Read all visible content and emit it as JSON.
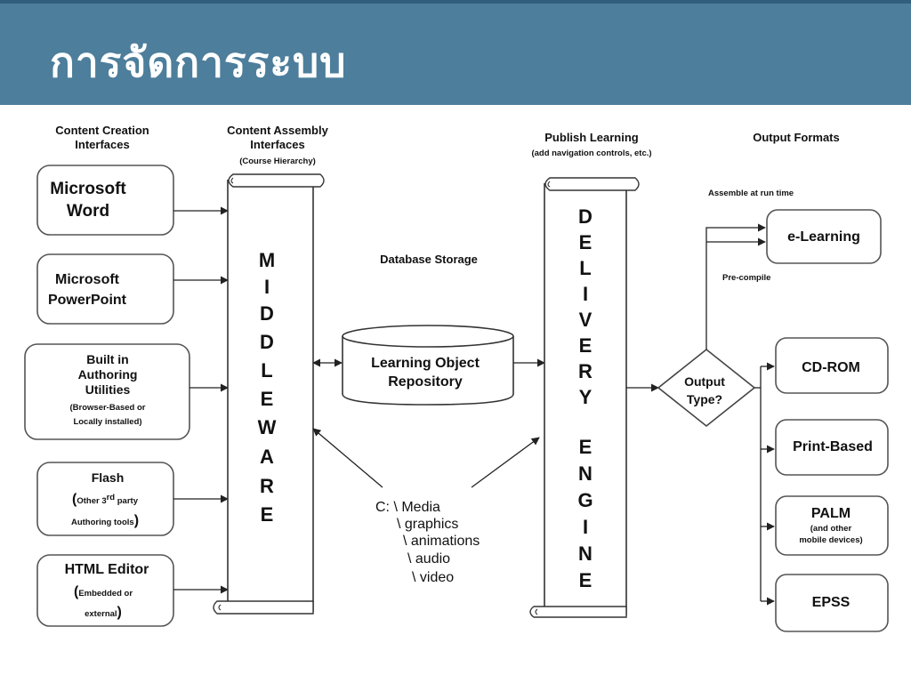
{
  "slide": {
    "title": "การจัดการระบบ",
    "accent_color": "#4d7e9b"
  },
  "diagram": {
    "headers": {
      "creation_1": "Content Creation",
      "creation_2": "Interfaces",
      "assembly_1": "Content Assembly",
      "assembly_2": "Interfaces",
      "assembly_3": "(Course Hierarchy)",
      "publish_1": "Publish Learning",
      "publish_2": "(add navigation controls, etc.)",
      "output": "Output Formats"
    },
    "creation_boxes": {
      "word_1": "Microsoft",
      "word_2": "Word",
      "ppt_1": "Microsoft",
      "ppt_2": "PowerPoint",
      "authoring_1": "Built in",
      "authoring_2": "Authoring",
      "authoring_3": "Utilities",
      "authoring_4": "(Browser-Based or",
      "authoring_5": "Locally installed)",
      "flash_1": "Flash",
      "flash_2a": "(",
      "flash_2b": "Other 3",
      "flash_2sup": "rd",
      "flash_2c": " party",
      "flash_3a": "Authoring tools",
      "flash_3b": ")",
      "html_1": "HTML Editor",
      "html_2a": "(",
      "html_2b": "Embedded or",
      "html_3a": "external",
      "html_3b": ")"
    },
    "middleware": [
      "M",
      "I",
      "D",
      "D",
      "L",
      "E",
      "W",
      "A",
      "R",
      "E"
    ],
    "storage": {
      "label": "Database Storage",
      "repo_1": "Learning Object",
      "repo_2": "Repository"
    },
    "media_paths": [
      "C: \\ Media",
      "\\ graphics",
      "\\ animations",
      "\\ audio",
      "\\ video"
    ],
    "delivery": [
      "D",
      "E",
      "L",
      "I",
      "V",
      "E",
      "R",
      "Y",
      "E",
      "N",
      "G",
      "I",
      "N",
      "E"
    ],
    "decision": {
      "line1": "Output",
      "line2": "Type?"
    },
    "branch_labels": {
      "run_time": "Assemble at run time",
      "precompile": "Pre-compile"
    },
    "outputs": {
      "elearning": "e-Learning",
      "cdrom": "CD-ROM",
      "print": "Print-Based",
      "palm_1": "PALM",
      "palm_2": "(and other",
      "palm_3": "mobile devices)",
      "epss": "EPSS"
    }
  }
}
